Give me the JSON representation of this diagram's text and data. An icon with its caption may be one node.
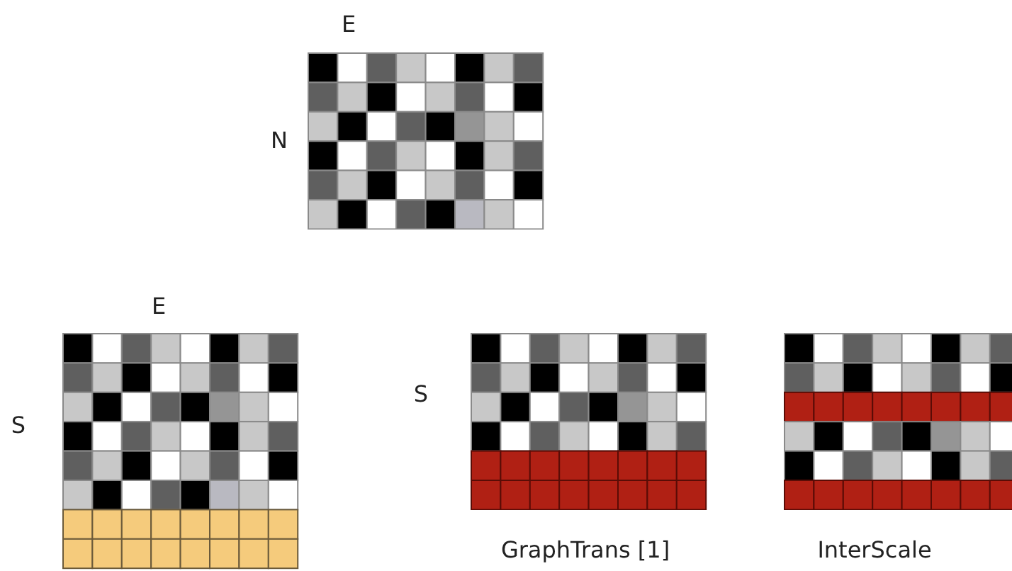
{
  "diagram": {
    "labels": [
      "E",
      "N",
      "E",
      "S",
      "S",
      "GraphTrans [1]",
      "InterScale"
    ]
  }
}
